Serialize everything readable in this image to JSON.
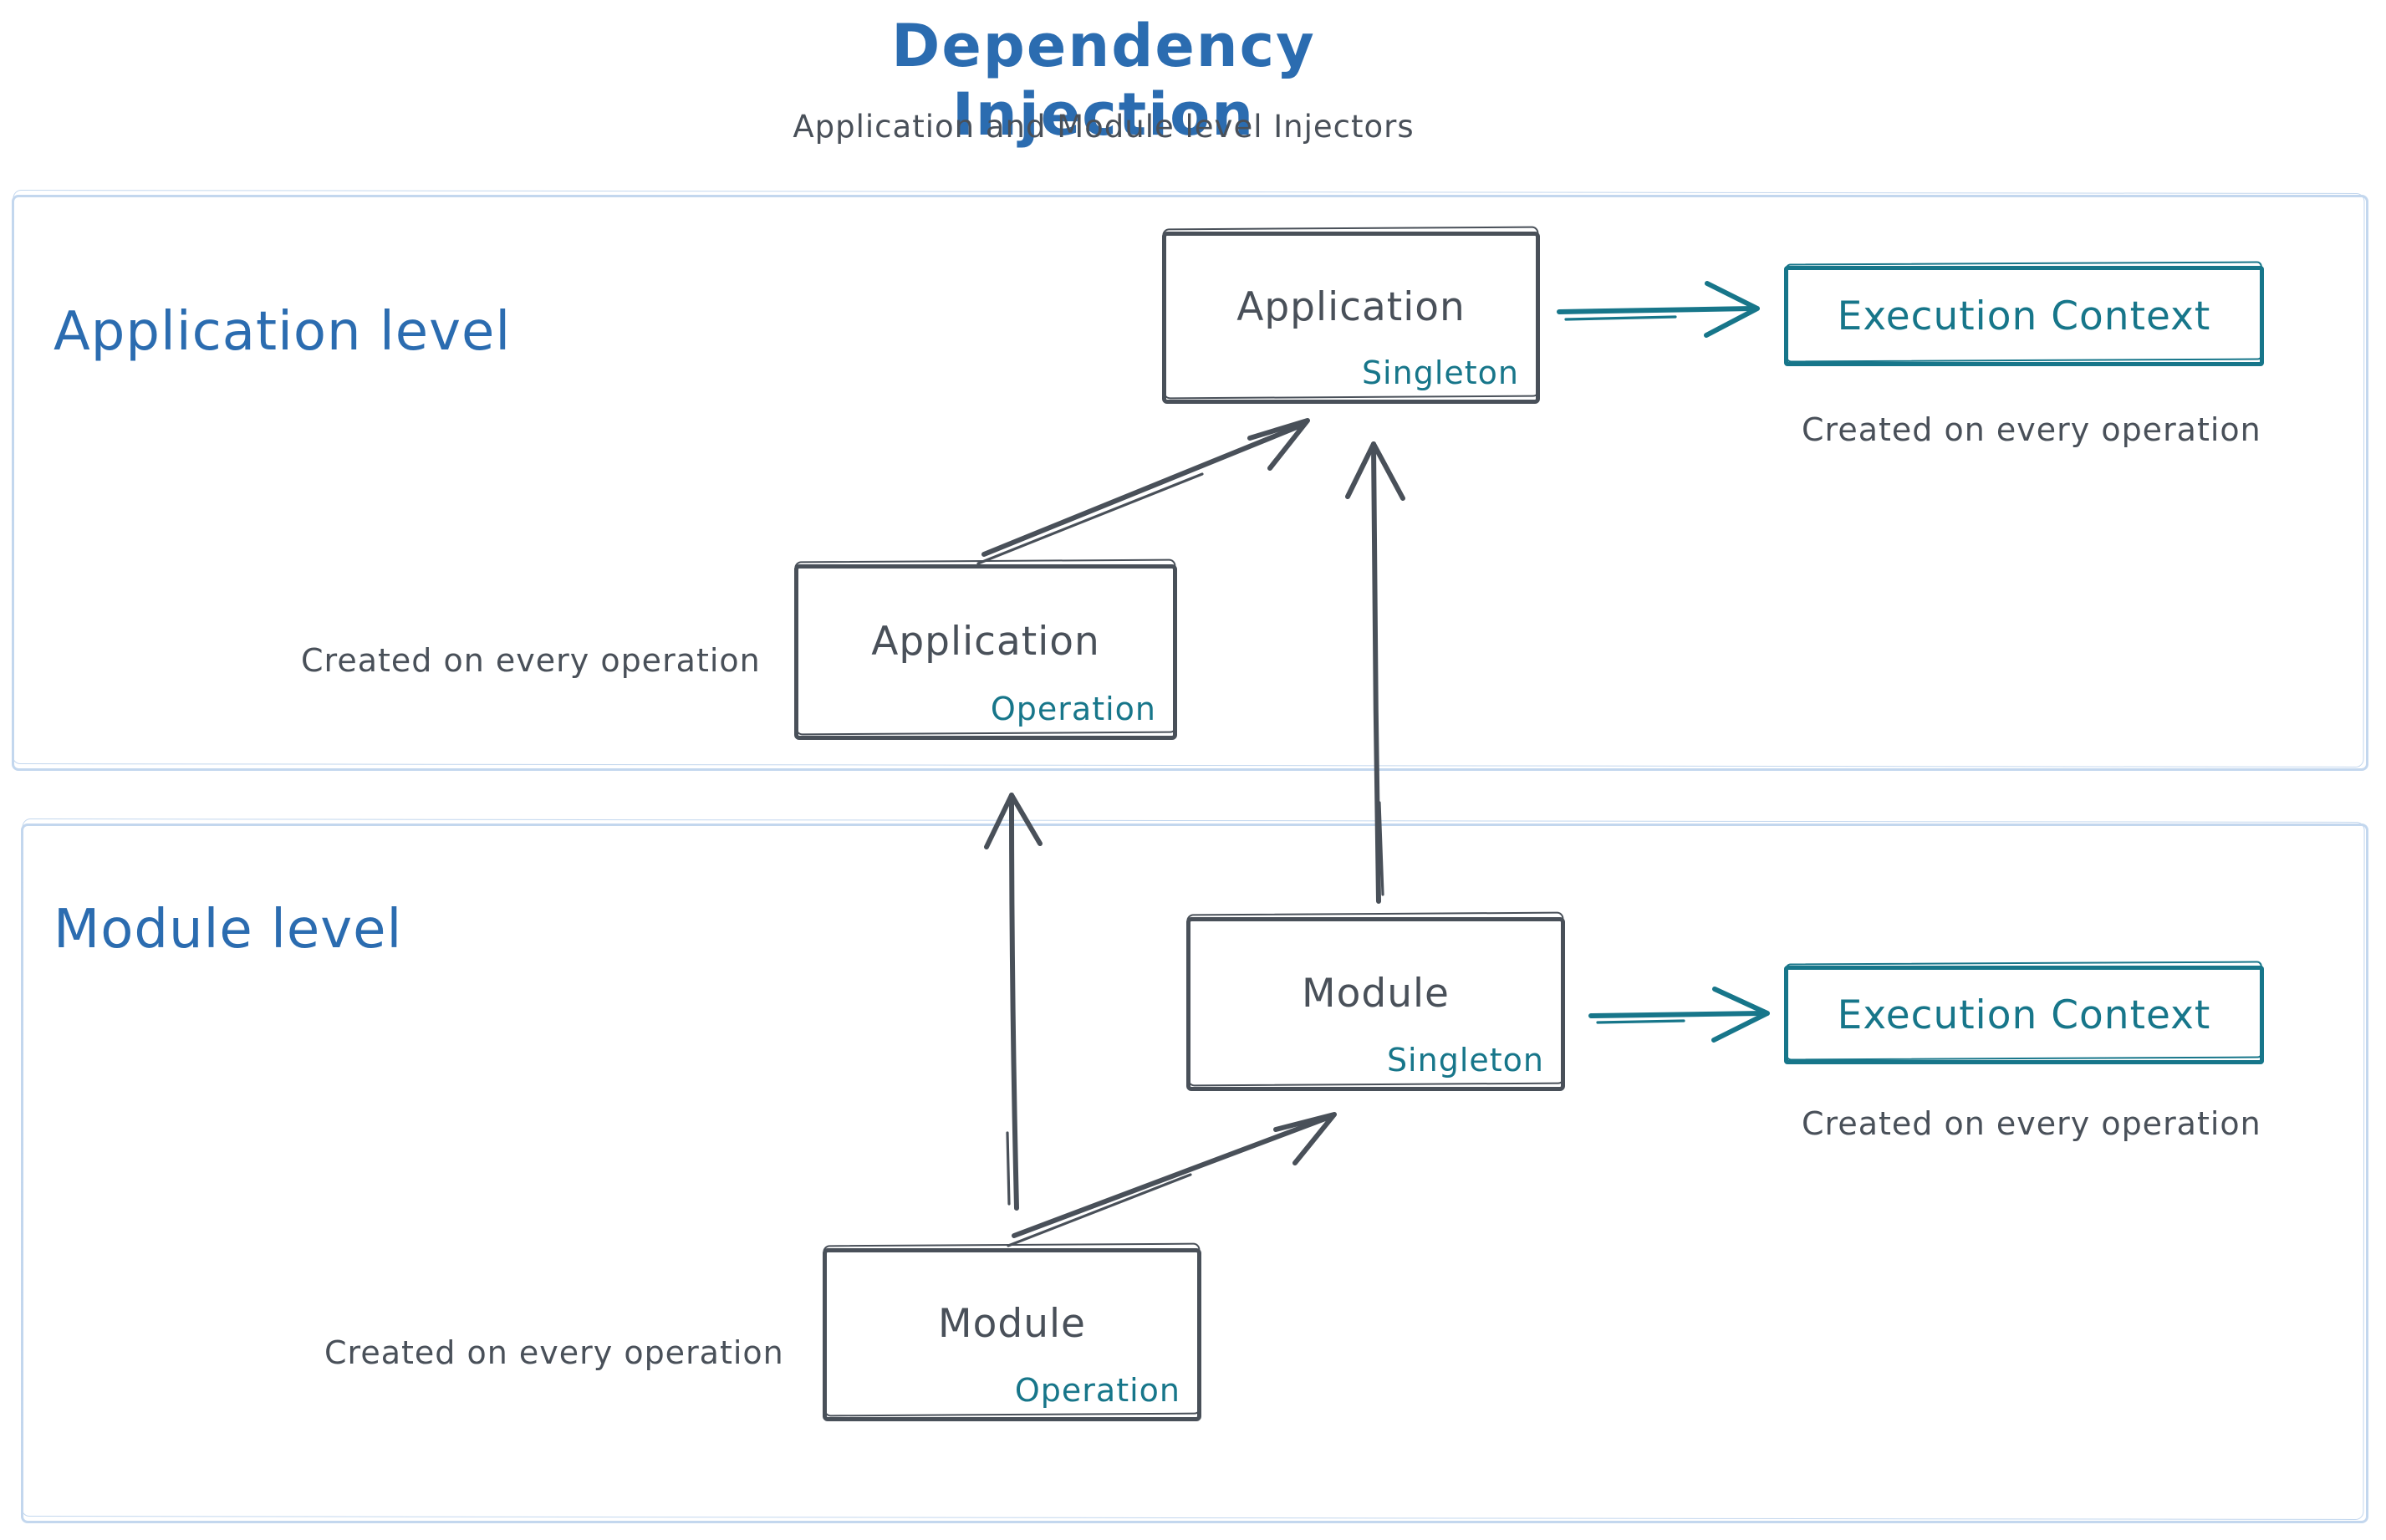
{
  "header": {
    "title": "Dependency Injection",
    "subtitle": "Application and Module level Injectors"
  },
  "colors": {
    "blue": "#2b6cb0",
    "teal": "#17768a",
    "ink": "#495059",
    "frame": "#c3d7ee"
  },
  "application_section": {
    "label": "Application level",
    "singleton_box": {
      "title": "Application",
      "scope": "Singleton"
    },
    "operation_box": {
      "title": "Application",
      "scope": "Operation"
    },
    "operation_caption": "Created on every operation",
    "execution_context": {
      "label": "Execution Context",
      "caption": "Created on every operation"
    }
  },
  "module_section": {
    "label": "Module level",
    "singleton_box": {
      "title": "Module",
      "scope": "Singleton"
    },
    "operation_box": {
      "title": "Module",
      "scope": "Operation"
    },
    "operation_caption": "Created on every operation",
    "execution_context": {
      "label": "Execution Context",
      "caption": "Created on every operation"
    }
  }
}
